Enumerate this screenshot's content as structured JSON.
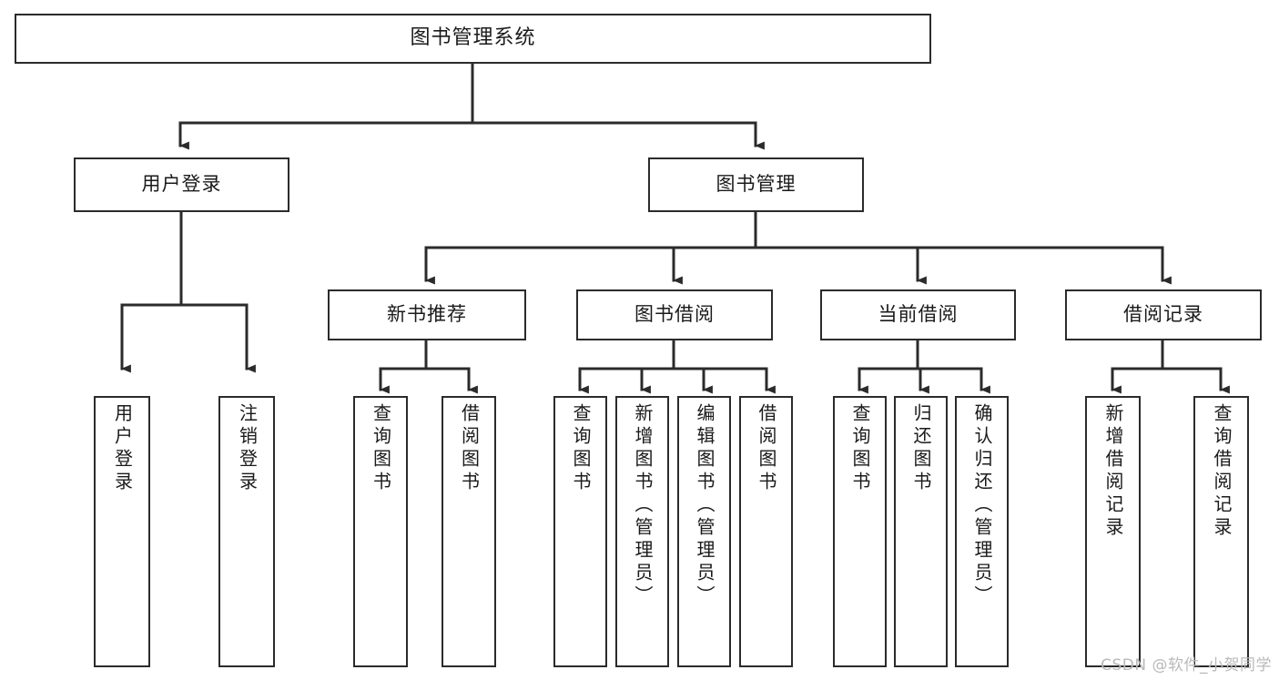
{
  "diagram": {
    "title": "图书管理系统",
    "watermark": "CSDN @软件_小贺同学",
    "stroke_color": "#2b2b2b",
    "background_color": "#ffffff",
    "text_color": "#1a1a1a",
    "watermark_color": "#b9b9b9"
  },
  "chart_data": {
    "type": "tree-diagram",
    "title": "图书管理系统",
    "orientation": "top-down",
    "levels": 3,
    "nodes": [
      {
        "id": "root",
        "label": "图书管理系统",
        "level": 0,
        "parent": null,
        "orientation": "horizontal"
      },
      {
        "id": "login",
        "label": "用户登录",
        "level": 1,
        "parent": "root",
        "orientation": "horizontal"
      },
      {
        "id": "bookmgmt",
        "label": "图书管理",
        "level": 1,
        "parent": "root",
        "orientation": "horizontal"
      },
      {
        "id": "newbook",
        "label": "新书推荐",
        "level": 2,
        "parent": "bookmgmt",
        "orientation": "horizontal"
      },
      {
        "id": "borrow",
        "label": "图书借阅",
        "level": 2,
        "parent": "bookmgmt",
        "orientation": "horizontal"
      },
      {
        "id": "current",
        "label": "当前借阅",
        "level": 2,
        "parent": "bookmgmt",
        "orientation": "horizontal"
      },
      {
        "id": "records",
        "label": "借阅记录",
        "level": 2,
        "parent": "bookmgmt",
        "orientation": "horizontal"
      },
      {
        "id": "leaf1",
        "label": "用户登录",
        "level": 2,
        "parent": "login",
        "orientation": "vertical"
      },
      {
        "id": "leaf2",
        "label": "注销登录",
        "level": 2,
        "parent": "login",
        "orientation": "vertical"
      },
      {
        "id": "leaf3",
        "label": "查询图书",
        "level": 3,
        "parent": "newbook",
        "orientation": "vertical"
      },
      {
        "id": "leaf4",
        "label": "借阅图书",
        "level": 3,
        "parent": "newbook",
        "orientation": "vertical"
      },
      {
        "id": "leaf5",
        "label": "查询图书",
        "level": 3,
        "parent": "borrow",
        "orientation": "vertical"
      },
      {
        "id": "leaf6",
        "label": "新增图书（管理员）",
        "level": 3,
        "parent": "borrow",
        "orientation": "vertical"
      },
      {
        "id": "leaf7",
        "label": "编辑图书（管理员）",
        "level": 3,
        "parent": "borrow",
        "orientation": "vertical"
      },
      {
        "id": "leaf8",
        "label": "借阅图书",
        "level": 3,
        "parent": "borrow",
        "orientation": "vertical"
      },
      {
        "id": "leaf9",
        "label": "查询图书",
        "level": 3,
        "parent": "current",
        "orientation": "vertical"
      },
      {
        "id": "leaf10",
        "label": "归还图书",
        "level": 3,
        "parent": "current",
        "orientation": "vertical"
      },
      {
        "id": "leaf11",
        "label": "确认归还（管理员）",
        "level": 3,
        "parent": "current",
        "orientation": "vertical"
      },
      {
        "id": "leaf12",
        "label": "新增借阅记录",
        "level": 3,
        "parent": "records",
        "orientation": "vertical"
      },
      {
        "id": "leaf13",
        "label": "查询借阅记录",
        "level": 3,
        "parent": "records",
        "orientation": "vertical"
      }
    ],
    "edges": [
      {
        "from": "root",
        "to": "login"
      },
      {
        "from": "root",
        "to": "bookmgmt"
      },
      {
        "from": "login",
        "to": "leaf1"
      },
      {
        "from": "login",
        "to": "leaf2"
      },
      {
        "from": "bookmgmt",
        "to": "newbook"
      },
      {
        "from": "bookmgmt",
        "to": "borrow"
      },
      {
        "from": "bookmgmt",
        "to": "current"
      },
      {
        "from": "bookmgmt",
        "to": "records"
      },
      {
        "from": "newbook",
        "to": "leaf3"
      },
      {
        "from": "newbook",
        "to": "leaf4"
      },
      {
        "from": "borrow",
        "to": "leaf5"
      },
      {
        "from": "borrow",
        "to": "leaf6"
      },
      {
        "from": "borrow",
        "to": "leaf7"
      },
      {
        "from": "borrow",
        "to": "leaf8"
      },
      {
        "from": "current",
        "to": "leaf9"
      },
      {
        "from": "current",
        "to": "leaf10"
      },
      {
        "from": "current",
        "to": "leaf11"
      },
      {
        "from": "records",
        "to": "leaf12"
      },
      {
        "from": "records",
        "to": "leaf13"
      }
    ]
  }
}
